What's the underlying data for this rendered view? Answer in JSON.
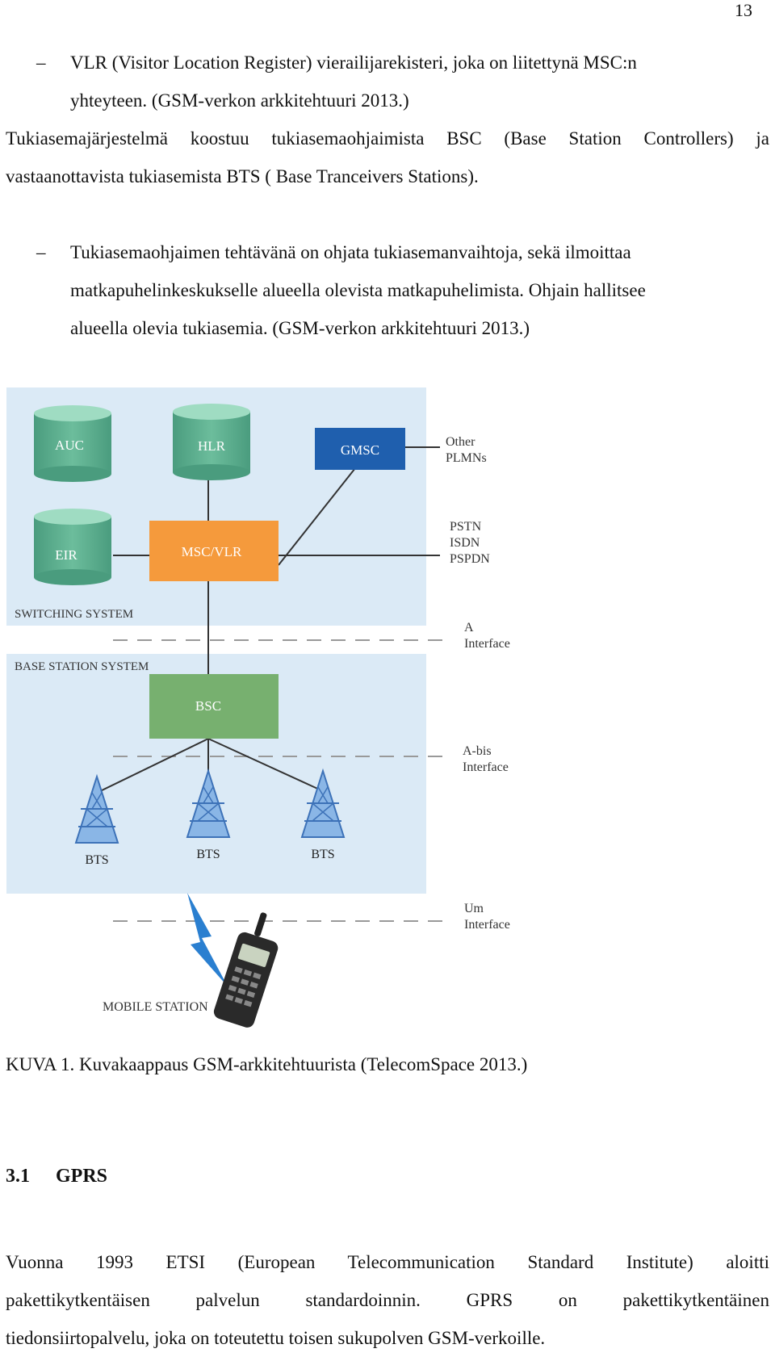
{
  "page_number": "13",
  "bullet1": {
    "dash": "–",
    "line1": "VLR (Visitor Location Register) vierailijarekisteri, joka on liitettynä MSC:n",
    "line2": "yhteyteen. (GSM-verkon arkkitehtuuri 2013.)"
  },
  "para1": {
    "line1": "Tukiasemajärjestelmä koostuu tukiasemaohjaimista BSC (Base Station Controllers) ja",
    "line2": "vastaanottavista tukiasemista BTS ( Base Tranceivers Stations)."
  },
  "bullet2": {
    "dash": "–",
    "line1": "Tukiasemaohjaimen tehtävänä on ohjata tukiasemanvaihtoja, sekä ilmoittaa",
    "line2": "matkapuhelinkeskukselle alueella olevista matkapuhelimista. Ohjain hallitsee",
    "line3": "alueella olevia tukiasemia. (GSM-verkon arkkitehtuuri 2013.)"
  },
  "figure": {
    "nodes": {
      "auc": "AUC",
      "hlr": "HLR",
      "gmsc": "GMSC",
      "eir": "EIR",
      "msc_vlr": "MSC/VLR",
      "bsc": "BSC",
      "bts1": "BTS",
      "bts2": "BTS",
      "bts3": "BTS"
    },
    "labels": {
      "other_plmns_1": "Other",
      "other_plmns_2": "PLMNs",
      "pstn": "PSTN",
      "isdn": "ISDN",
      "pspdn": "PSPDN",
      "switching_system": "SWITCHING SYSTEM",
      "base_station_system": "BASE STATION SYSTEM",
      "a_interface_1": "A",
      "a_interface_2": "Interface",
      "abis_interface_1": "A-bis",
      "abis_interface_2": "Interface",
      "um_interface_1": "Um",
      "um_interface_2": "Interface",
      "mobile_station": "MOBILE STATION"
    },
    "colors": {
      "system_bg": "#dbeaf6",
      "database_green": "#5bab8c",
      "gmsc_blue": "#1f5fae",
      "msc_orange": "#f59a3c",
      "bsc_green": "#77b06f",
      "tower_blue": "#5a8fd0",
      "lightning_blue": "#2a7fd0"
    }
  },
  "caption": "KUVA 1. Kuvakaappaus GSM-arkkitehtuurista (TelecomSpace 2013.)",
  "heading": {
    "number": "3.1",
    "title": "GPRS"
  },
  "para2": {
    "line1": "Vuonna 1993 ETSI (European Telecommunication Standard Institute) aloitti",
    "line2": "pakettikytkentäisen palvelun standardoinnin. GPRS on pakettikytkentäinen",
    "line3": "tiedonsiirtopalvelu, joka on toteutettu toisen sukupolven GSM-verkoille."
  }
}
